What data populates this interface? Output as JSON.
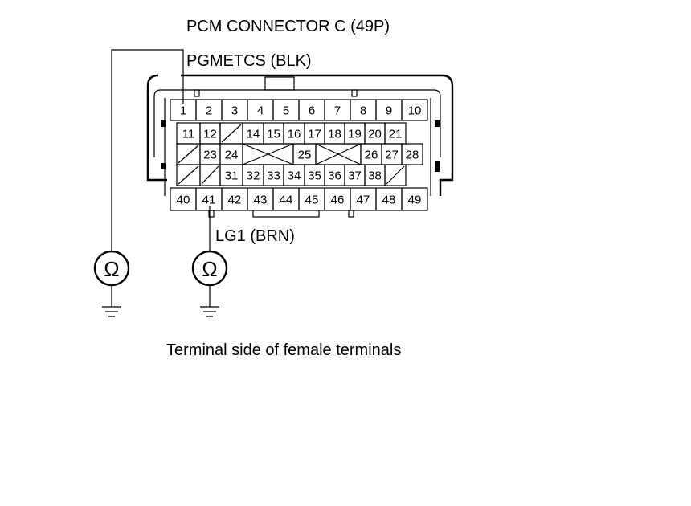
{
  "labels": {
    "connector_title": "PCM CONNECTOR C (49P)",
    "wire_top": "PGMETCS (BLK)",
    "wire_bottom": "LG1 (BRN)",
    "caption": "Terminal side of female terminals"
  },
  "meter_symbol": "Ω",
  "icons": {
    "meter": "ohmmeter-icon",
    "ground": "ground-icon"
  },
  "connector": {
    "rows": [
      [
        "1",
        "2",
        "3",
        "4",
        "5",
        "6",
        "7",
        "8",
        "9",
        "10"
      ],
      [
        "11",
        "12",
        "/",
        "14",
        "15",
        "16",
        "17",
        "18",
        "19",
        "20",
        "21"
      ],
      [
        "/",
        "23",
        "24",
        "X",
        "25",
        "X",
        "26",
        "27",
        "28"
      ],
      [
        "/",
        "/",
        "31",
        "32",
        "33",
        "34",
        "35",
        "36",
        "37",
        "38",
        "/"
      ],
      [
        "40",
        "41",
        "42",
        "43",
        "44",
        "45",
        "46",
        "47",
        "48",
        "49"
      ]
    ]
  }
}
